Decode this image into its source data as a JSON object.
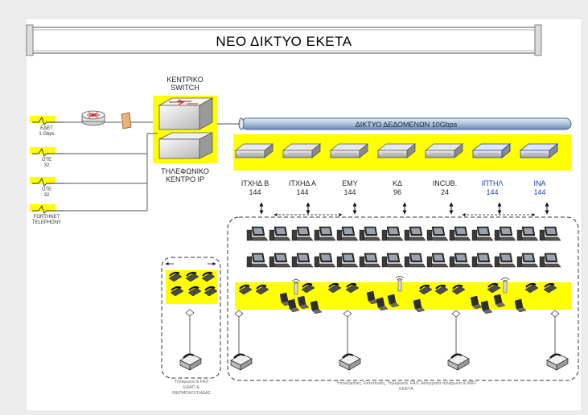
{
  "title": "ΝΕΟ ΔΙΚΤΥΟ ΕΚΕΤΑ",
  "central_switch_label": [
    "ΚΕΝΤΡΙΚΟ",
    "SWITCH"
  ],
  "phone_center_label": [
    "ΤΗΛΕΦΩΝΙΚΟ",
    "ΚΕΝΤΡΟ IP"
  ],
  "backbone_label": "ΔΙΚΤΥΟ ΔΕΔΟΜΕΝΩΝ 10Gbps",
  "external_lines": [
    {
      "label": [
        "ΕΔΕΤ",
        "1 Gbps"
      ]
    },
    {
      "label": [
        "ΟΤΕ",
        "32"
      ]
    },
    {
      "label": [
        "ΟΤΕ",
        "32"
      ]
    },
    {
      "label": [
        "FORTHNET",
        "TELEPHONY"
      ]
    }
  ],
  "switches": [
    {
      "name": "ΙΤΧΗΔ Β",
      "ports": "144",
      "highlight": false
    },
    {
      "name": "ΙΤΧΗΔ Α",
      "ports": "144",
      "highlight": false
    },
    {
      "name": "ΕΜΥ",
      "ports": "144",
      "highlight": false
    },
    {
      "name": "ΚΔ",
      "ports": "96",
      "highlight": false
    },
    {
      "name": "INCUB.",
      "ports": "24",
      "highlight": false
    },
    {
      "name": "ΙΠΤΗΛ",
      "ports": "144",
      "highlight": true
    },
    {
      "name": "ΙΝΑ",
      "ports": "144",
      "highlight": true
    }
  ],
  "phones_caption": [
    "Τηλέφωνα & FAX",
    "ΕΔΑΠ &",
    "ΘΕΡΜΟΚΟΙΤΗΔΑΣ"
  ],
  "endpoints_caption": [
    "Υπολογιστές, Εκτυπωτές, Τηλέφωνα, FAX, Ασύρματα τηλέφωνα & WiFi",
    "ΕΚΕΤΑ"
  ],
  "colors": {
    "highlight": "#ffff00",
    "backbone": "#a9c2dc",
    "accent_text": "#1a3fb8",
    "background": "#ececec"
  }
}
